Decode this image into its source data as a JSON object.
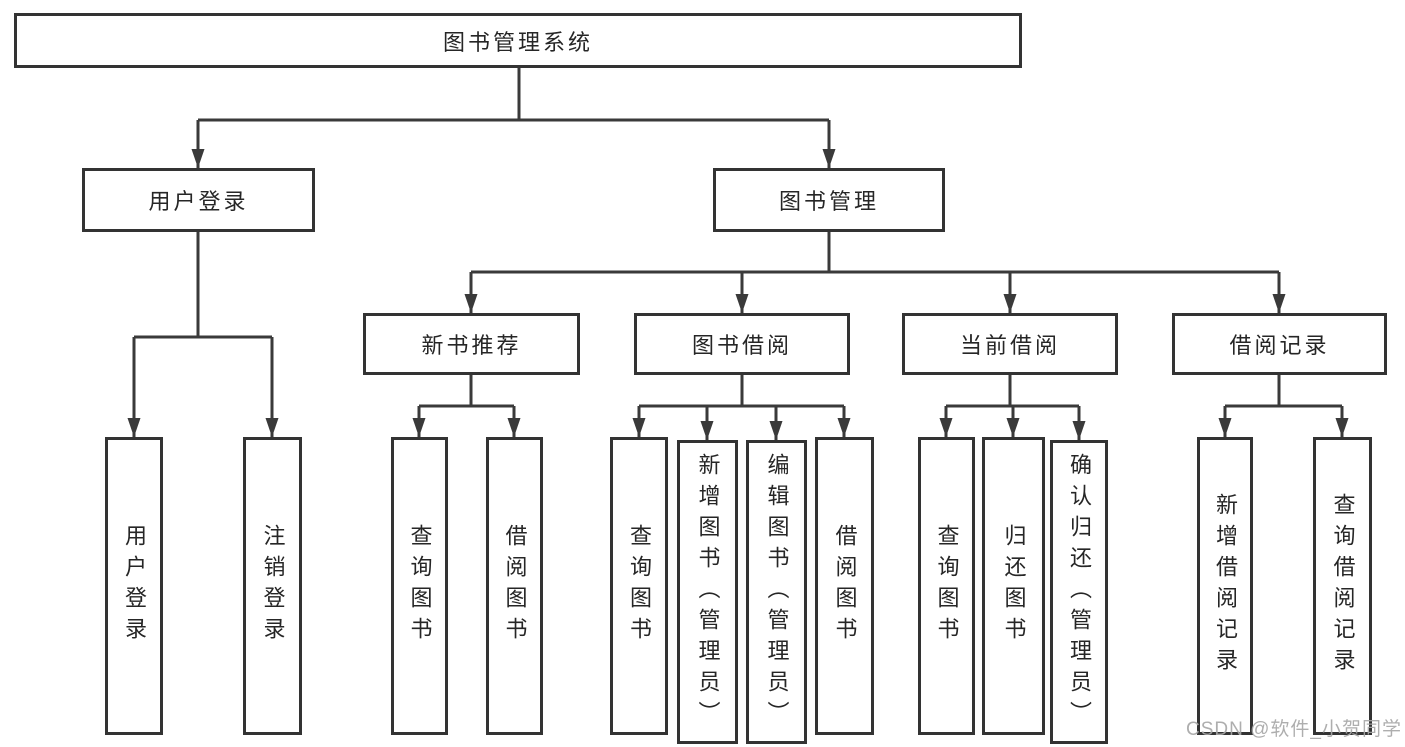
{
  "diagram": {
    "title": "图书管理系统",
    "level1": [
      {
        "label": "用户登录"
      },
      {
        "label": "图书管理"
      }
    ],
    "level2": [
      {
        "label": "新书推荐",
        "parent": "图书管理"
      },
      {
        "label": "图书借阅",
        "parent": "图书管理"
      },
      {
        "label": "当前借阅",
        "parent": "图书管理"
      },
      {
        "label": "借阅记录",
        "parent": "图书管理"
      }
    ],
    "leaves": [
      {
        "label": "用户登录",
        "parent": "用户登录"
      },
      {
        "label": "注销登录",
        "parent": "用户登录"
      },
      {
        "label": "查询图书",
        "parent": "新书推荐"
      },
      {
        "label": "借阅图书",
        "parent": "新书推荐"
      },
      {
        "label": "查询图书",
        "parent": "图书借阅"
      },
      {
        "label": "新增图书（管理员）",
        "parent": "图书借阅"
      },
      {
        "label": "编辑图书（管理员）",
        "parent": "图书借阅"
      },
      {
        "label": "借阅图书",
        "parent": "图书借阅"
      },
      {
        "label": "查询图书",
        "parent": "当前借阅"
      },
      {
        "label": "归还图书",
        "parent": "当前借阅"
      },
      {
        "label": "确认归还（管理员）",
        "parent": "当前借阅"
      },
      {
        "label": "新增借阅记录",
        "parent": "借阅记录"
      },
      {
        "label": "查询借阅记录",
        "parent": "借阅记录"
      }
    ],
    "watermark": "CSDN @软件_小贺同学",
    "colors": {
      "line": "#3a3a3a",
      "border": "#333333",
      "text": "#262626",
      "watermark": "#a8a8a8",
      "background": "#ffffff"
    }
  }
}
